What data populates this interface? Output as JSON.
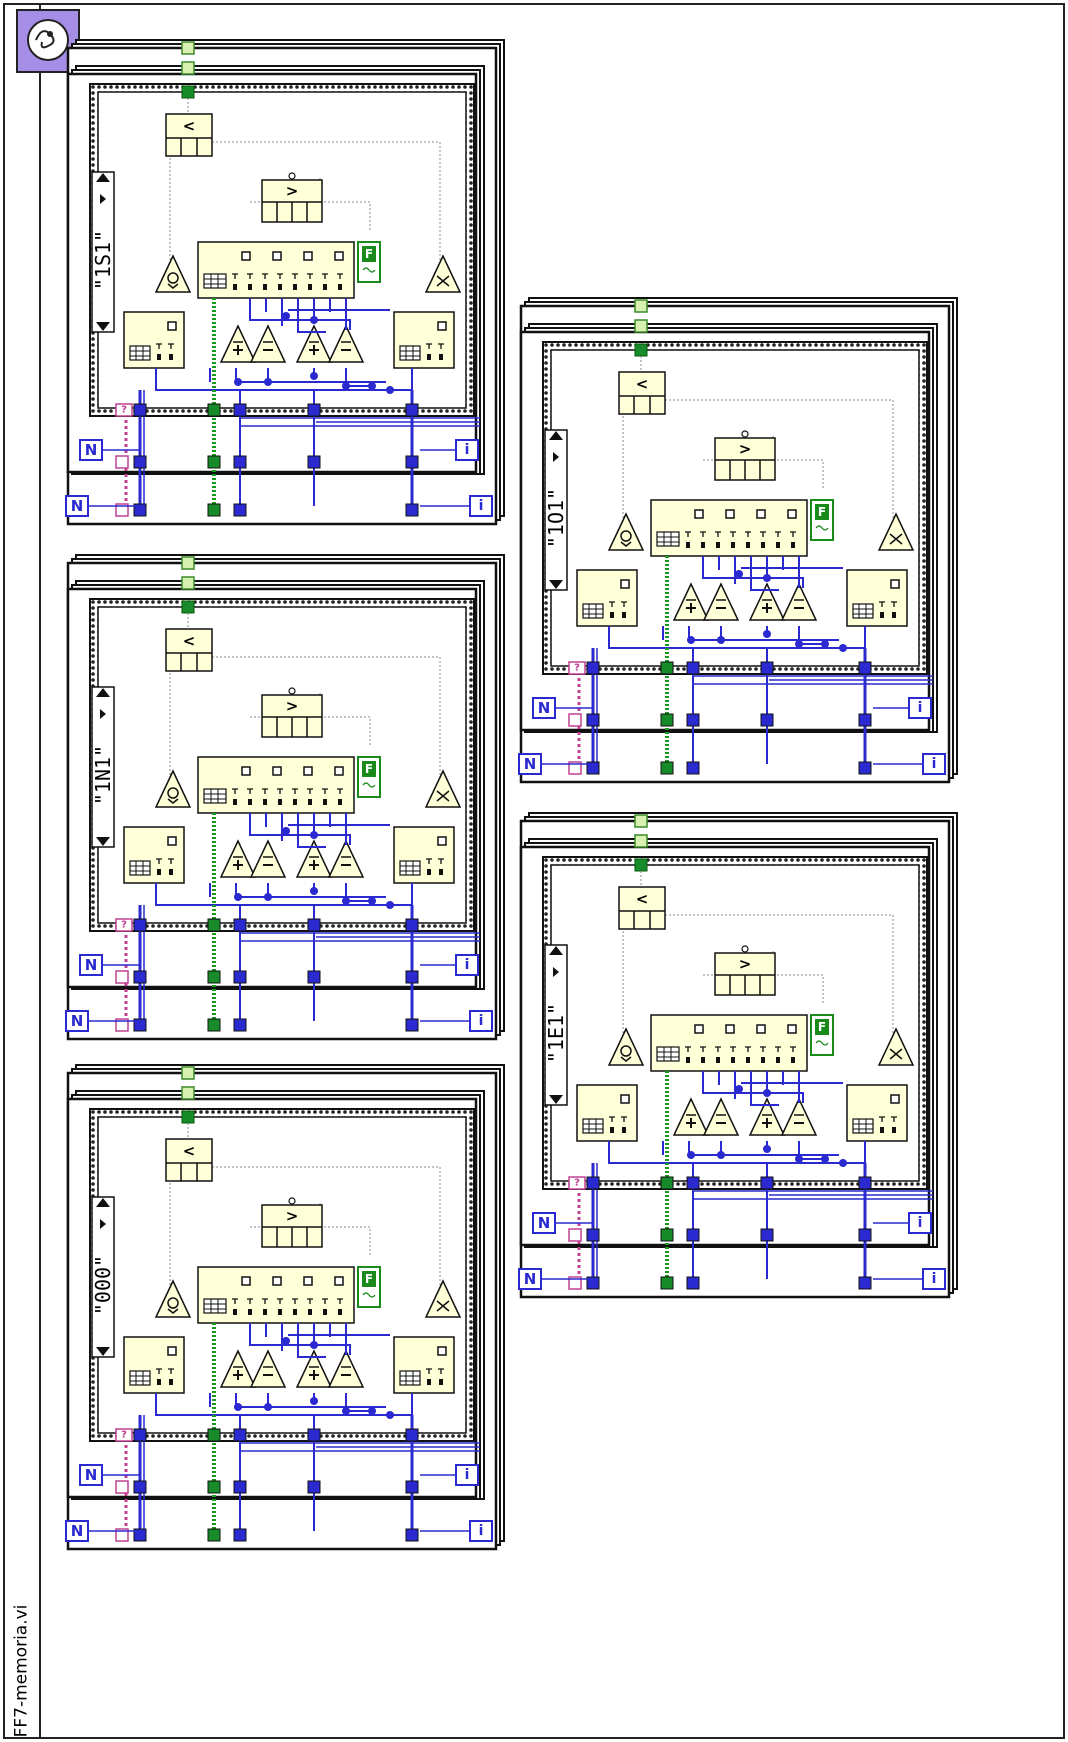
{
  "vi_title": "FF7-memoria.vi",
  "cases": [
    {
      "id": "1S1",
      "label": "\"1S1\""
    },
    {
      "id": "1N1",
      "label": "\"1N1\""
    },
    {
      "id": "000",
      "label": "\"000\""
    },
    {
      "id": "1O1",
      "label": "\"1O1\""
    },
    {
      "id": "1E1",
      "label": "\"1E1\""
    }
  ],
  "glyphs": {
    "less": "<",
    "greater": ">",
    "bool_false": "F",
    "loop_count": "N",
    "loop_index": "i",
    "select_q": "?",
    "tunnel_mark": "0"
  },
  "colors": {
    "wire_int": "#2a2ad0",
    "wire_bool": "#1a9a1a",
    "wire_string": "#c04090",
    "node_fill": "#ffffd8",
    "loop_border": "#111111",
    "icon_bg": "#a58fe6"
  }
}
